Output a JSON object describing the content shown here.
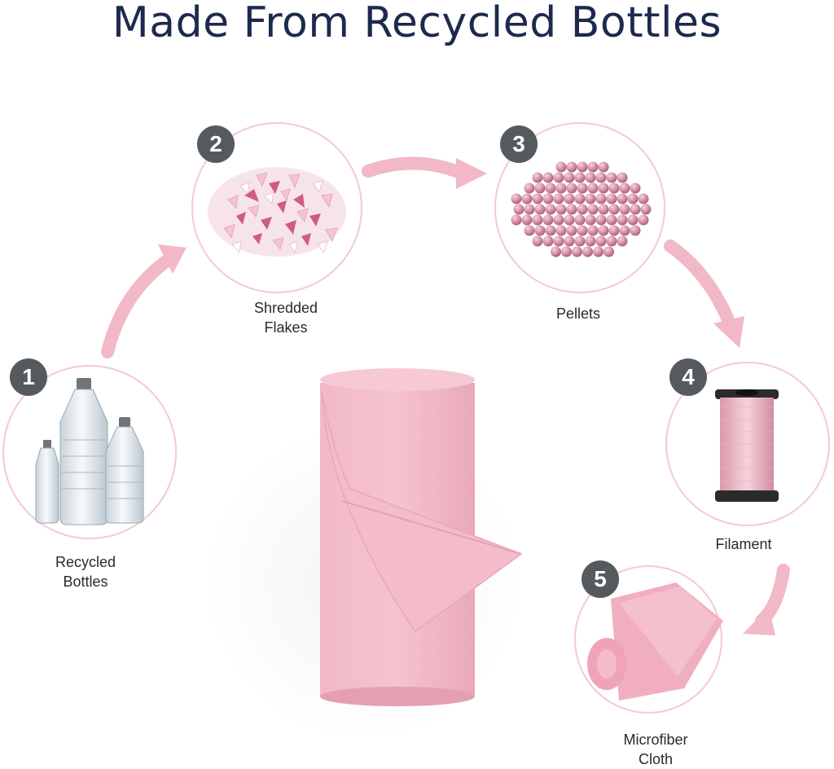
{
  "title": "Made From Recycled Bottles",
  "colors": {
    "title": "#1d2a4d",
    "accent_pink": "#f2b8c6",
    "circle_border": "#f3c9d4",
    "badge": "#555a5f",
    "cloth": "#f1aebf"
  },
  "steps": [
    {
      "number": "1",
      "label": "Recycled\nBottles",
      "icon": "plastic-bottles-icon"
    },
    {
      "number": "2",
      "label": "Shredded\nFlakes",
      "icon": "plastic-flakes-icon"
    },
    {
      "number": "3",
      "label": "Pellets",
      "icon": "pellets-icon"
    },
    {
      "number": "4",
      "label": "Filament",
      "icon": "filament-spool-icon"
    },
    {
      "number": "5",
      "label": "Microfiber\nCloth",
      "icon": "microfiber-cloth-icon"
    }
  ],
  "hero": {
    "icon": "microfiber-roll-icon"
  }
}
